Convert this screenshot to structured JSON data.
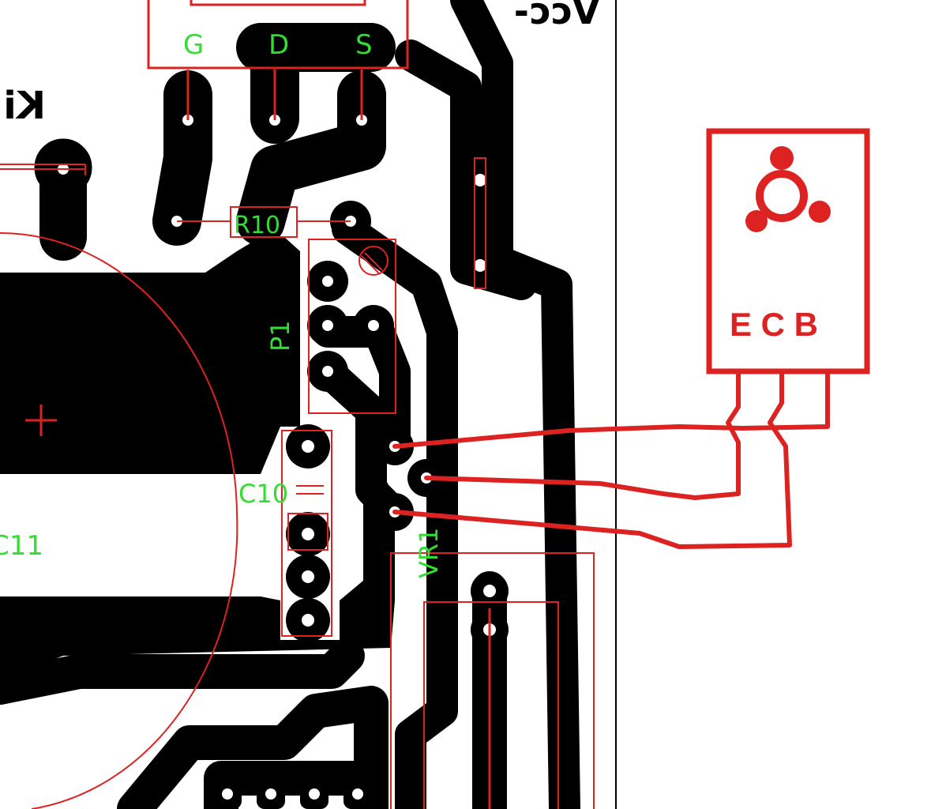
{
  "labels": {
    "mosfet_g": "G",
    "mosfet_d": "D",
    "mosfet_s": "S",
    "r10": "R10",
    "p1": "P1",
    "c10": "C10",
    "c11": "C11",
    "vr1": "VR1",
    "plus": "+",
    "vcc_mirrored": "Vcc-",
    "ki_mirrored": "Ki",
    "transistor_pins": "E C B"
  },
  "colors": {
    "copper": "#000000",
    "silkscreen": "#33dd33",
    "outline": "#dd2222",
    "background": "#ffffff"
  },
  "icons": {
    "transistor_symbol": "trefoil-icon"
  }
}
